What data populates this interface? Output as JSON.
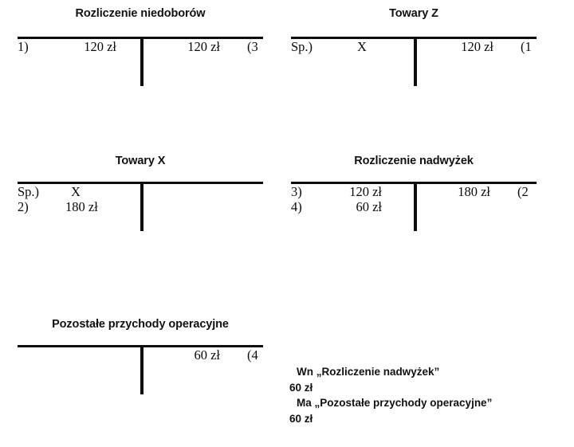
{
  "accounts": [
    {
      "id": "rozliczenie-niedoborow",
      "title": "Rozliczenie niedoborów",
      "debit": [
        {
          "marker": "1)",
          "amount": "120 zł"
        }
      ],
      "credit": [
        {
          "amount": "120 zł",
          "marker": "(3"
        }
      ]
    },
    {
      "id": "towary-z",
      "title": "Towary Z",
      "debit": [
        {
          "marker": "Sp.)",
          "amount": "X"
        }
      ],
      "credit": [
        {
          "amount": "120 zł",
          "marker": "(1"
        }
      ]
    },
    {
      "id": "towary-x",
      "title": "Towary X",
      "debit": [
        {
          "marker": "Sp.)",
          "amount": "X"
        },
        {
          "marker": "2)",
          "amount": "180 zł"
        }
      ],
      "credit": []
    },
    {
      "id": "rozliczenie-nadwyzek",
      "title": "Rozliczenie nadwyżek",
      "debit": [
        {
          "marker": "3)",
          "amount": "120 zł"
        },
        {
          "marker": "4)",
          "amount": "60 zł"
        }
      ],
      "credit": [
        {
          "amount": "180 zł",
          "marker": "(2"
        }
      ]
    },
    {
      "id": "pozostale-przychody-operacyjne",
      "title": "Pozostałe przychody operacyjne",
      "debit": [],
      "credit": [
        {
          "amount": "60 zł",
          "marker": "(4"
        }
      ]
    }
  ],
  "journal_entry": {
    "lines": [
      "Wn „Rozliczenie nadwyżek”",
      "60 zł",
      "Ma „Pozostałe przychody operacyjne”",
      "60 zł"
    ]
  },
  "colors": {
    "ink": "#0d0d0d",
    "text": "#111111",
    "background": "#ffffff"
  }
}
